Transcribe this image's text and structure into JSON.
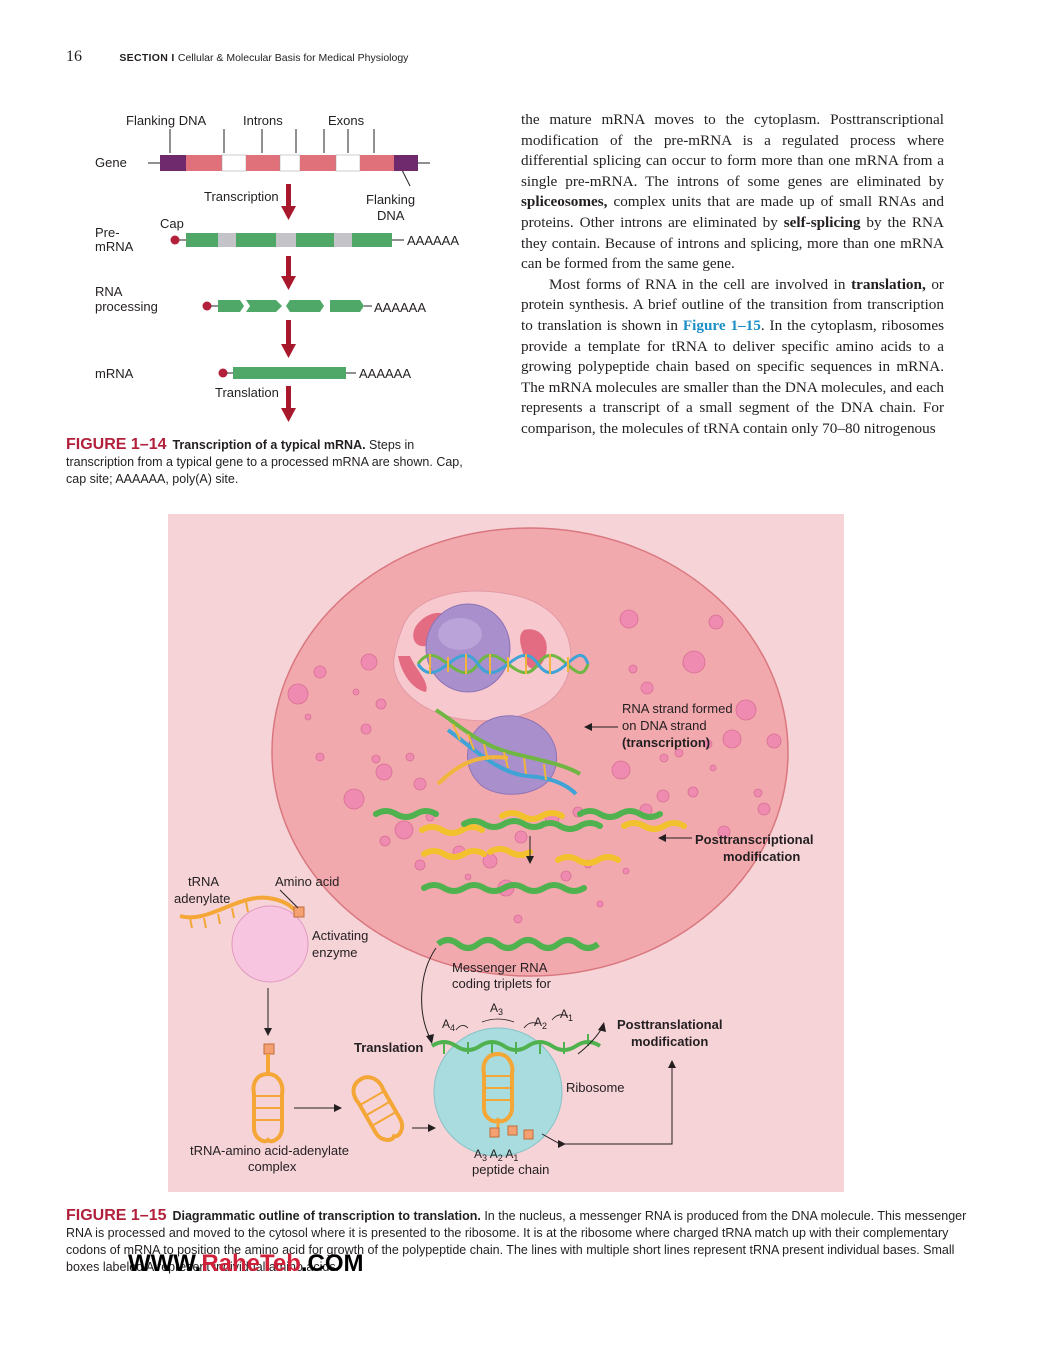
{
  "header": {
    "page_number": "16",
    "section": "SECTION I",
    "title": "Cellular & Molecular Basis for Medical Physiology"
  },
  "figure14": {
    "labels": {
      "flanking_dna_top": "Flanking DNA",
      "introns": "Introns",
      "exons": "Exons",
      "gene": "Gene",
      "transcription": "Transcription",
      "flanking_dna_right_1": "Flanking",
      "flanking_dna_right_2": "DNA",
      "cap": "Cap",
      "pre_mrna_1": "Pre-",
      "pre_mrna_2": "mRNA",
      "polya_1": "AAAAAA",
      "rna_processing_1": "RNA",
      "rna_processing_2": "processing",
      "polya_2": "AAAAAA",
      "mrna": "mRNA",
      "polya_3": "AAAAAA",
      "translation": "Translation"
    },
    "caption": {
      "number": "FIGURE 1–14",
      "title": "Transcription of a typical mRNA.",
      "text": " Steps in transcription from a typical gene to a processed mRNA are shown. Cap, cap site; AAAAAA, poly(A) site."
    }
  },
  "body": {
    "p1": "the mature mRNA moves to the cytoplasm. Posttranscriptional modification of the pre-mRNA is a regulated process where differential splicing can occur to form more than one mRNA from a single pre-mRNA. The introns of some genes are eliminated by ",
    "p1_bold1": "spliceosomes,",
    "p1_b": " complex units that are made up of small RNAs and proteins. Other introns are eliminated by ",
    "p1_bold2": "self-splicing",
    "p1_c": " by the RNA they contain. Because of introns and splicing, more than one mRNA can be formed from the same gene.",
    "p2_a": "Most forms of RNA in the cell are involved in ",
    "p2_bold": "translation,",
    "p2_b": " or protein synthesis. A brief outline of the transition from transcription to translation is shown in ",
    "p2_ref": "Figure 1–15",
    "p2_c": ". In the cytoplasm, ribosomes provide a template for tRNA to deliver specific amino acids to a growing polypeptide chain based on specific sequences in mRNA. The mRNA molecules are smaller than the DNA molecules, and each represents a transcript of a small segment of the DNA chain. For comparison, the molecules of tRNA contain only 70–80 nitrogenous"
  },
  "figure15": {
    "labels": {
      "rna_strand_1": "RNA strand formed",
      "rna_strand_2": "on DNA strand",
      "rna_strand_3": "(transcription)",
      "posttranscriptional_1": "Posttranscriptional",
      "posttranscriptional_2": "modification",
      "trna_1": "tRNA",
      "trna_2": "adenylate",
      "amino_acid": "Amino acid",
      "activating_1": "Activating",
      "activating_2": "enzyme",
      "messenger_1": "Messenger RNA",
      "messenger_2": "coding triplets for",
      "a3_top": "A",
      "a3_top_sub": "3",
      "a4": "A",
      "a4_sub": "4",
      "a2": "A",
      "a2_sub": "2",
      "a1": "A",
      "a1_sub": "1",
      "translation": "Translation",
      "posttranslational_1": "Posttranslational",
      "posttranslational_2": "modification",
      "ribosome": "Ribosome",
      "complex_1": "tRNA-amino acid-adenylate",
      "complex_2": "complex",
      "peptide_1": "A",
      "peptide_1_sub": "3",
      "peptide_2": " A",
      "peptide_2_sub": "2",
      "peptide_3": " A",
      "peptide_3_sub": "1",
      "peptide_chain": "peptide chain"
    },
    "caption": {
      "number": "FIGURE 1–15",
      "title": "Diagrammatic outline of transcription to translation.",
      "text": " In the nucleus, a messenger RNA is produced from the DNA molecule. This messenger RNA is processed and moved to the cytosol where it is presented to the ribosome. It is at the ribosome where charged tRNA match up with their complementary codons of mRNA to position the amino acid for growth of the polypeptide chain. The lines with multiple short lines represent tRNA present individual bases. Small boxes labeled A represent individual amino acids."
    }
  },
  "watermark": {
    "prefix": "WWW.",
    "name": "RaheTeb",
    "suffix": ".COM"
  },
  "colors": {
    "caption_red": "#b2203b",
    "figure_ref_blue": "#1b8fc7",
    "figure_bg": "#f6d3d7",
    "cell_fill": "#f2a9ae",
    "exon": "#e0707a",
    "intron_purple": "#6f2a6e",
    "rna_green": "#4fa868",
    "arrow_red": "#a8182c",
    "trna_orange": "#f4a637",
    "ribosome": "#a8dcdf"
  }
}
